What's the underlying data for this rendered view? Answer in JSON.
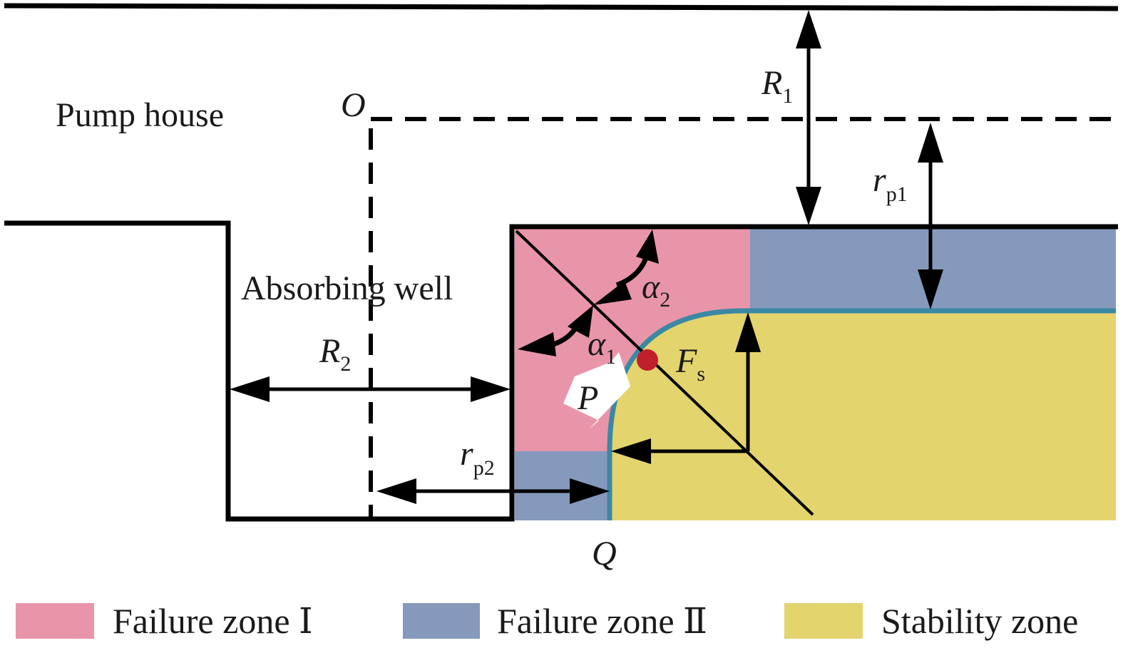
{
  "labels": {
    "pump_house": "Pump house",
    "absorbing_well": "Absorbing well",
    "origin": "O",
    "R1": {
      "main": "R",
      "sub": "1"
    },
    "R2": {
      "main": "R",
      "sub": "2"
    },
    "rp1": {
      "main": "r",
      "sub": "p1"
    },
    "rp2": {
      "main": "r",
      "sub": "p2"
    },
    "alpha1": {
      "main": "α",
      "sub": "1"
    },
    "alpha2": {
      "main": "α",
      "sub": "2"
    },
    "Fs": {
      "main": "F",
      "sub": "s"
    },
    "P": "P",
    "Q": "Q"
  },
  "legend": [
    {
      "label": "Failure zone Ⅰ",
      "color": "#e995a9"
    },
    {
      "label": "Failure zone Ⅱ",
      "color": "#8599bc"
    },
    {
      "label": "Stability zone",
      "color": "#e3d46e"
    }
  ],
  "colors": {
    "failure_zone_1": "#e995a9",
    "failure_zone_2": "#8599bc",
    "stability_zone": "#e3d46e",
    "boundary_line": "#3b88a4",
    "point_Fs": "#c0202b",
    "outline": "#000000"
  }
}
